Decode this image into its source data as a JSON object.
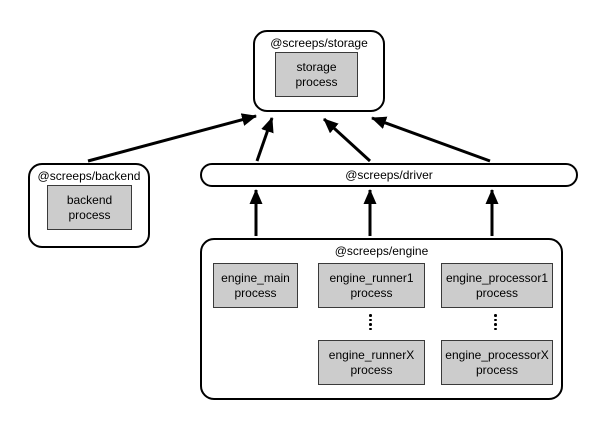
{
  "colors": {
    "background": "#ffffff",
    "border": "#000000",
    "process_fill": "#cccccc"
  },
  "containers": {
    "storage": {
      "label": "@screeps/storage"
    },
    "backend": {
      "label": "@screeps/backend"
    },
    "driver": {
      "label": "@screeps/driver"
    },
    "engine": {
      "label": "@screeps/engine"
    }
  },
  "processes": {
    "storage": {
      "name": "storage",
      "type": "process"
    },
    "backend": {
      "name": "backend",
      "type": "process"
    },
    "engine_main": {
      "name": "engine_main",
      "type": "process"
    },
    "engine_runner1": {
      "name": "engine_runner1",
      "type": "process"
    },
    "engine_processor1": {
      "name": "engine_processor1",
      "type": "process"
    },
    "engine_runnerX": {
      "name": "engine_runnerX",
      "type": "process"
    },
    "engine_processorX": {
      "name": "engine_processorX",
      "type": "process"
    }
  },
  "edges": [
    {
      "id": "backend-to-storage",
      "from": "@screeps/backend",
      "to": "@screeps/storage"
    },
    {
      "id": "driver-to-storage-left",
      "from": "@screeps/driver",
      "to": "@screeps/storage"
    },
    {
      "id": "driver-to-storage-mid",
      "from": "@screeps/driver",
      "to": "@screeps/storage"
    },
    {
      "id": "driver-to-storage-right",
      "from": "@screeps/driver",
      "to": "@screeps/storage"
    },
    {
      "id": "engine-to-driver-left",
      "from": "@screeps/engine",
      "to": "@screeps/driver"
    },
    {
      "id": "engine-to-driver-mid",
      "from": "@screeps/engine",
      "to": "@screeps/driver"
    },
    {
      "id": "engine-to-driver-right",
      "from": "@screeps/engine",
      "to": "@screeps/driver"
    }
  ]
}
